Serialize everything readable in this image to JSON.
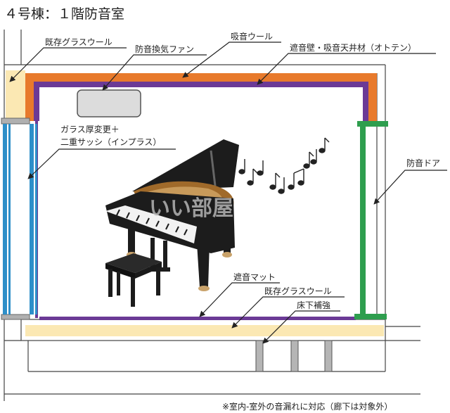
{
  "title": "４号棟：１階防音室",
  "labels": {
    "existing_glass_wool_top": "既存グラスウール",
    "sound_absorbing_wool": "吸音ウール",
    "ventilation_fan": "防音換気ファン",
    "ceiling_material": "遮音壁・吸音天井材（オトテン）",
    "glass_change_line1": "ガラス厚変更＋",
    "glass_change_line2": "二重サッシ（インプラス）",
    "soundproof_door": "防音ドア",
    "sound_mat": "遮音マット",
    "existing_glass_wool_floor": "既存グラスウール",
    "floor_reinforcement": "床下補強"
  },
  "footnote": "※室内-室外の音漏れに対応（廊下は対象外）",
  "watermark": "いい部屋",
  "colors": {
    "orange_layer": "#e87a2c",
    "purple_layer": "#6b3a96",
    "yellow_insulation": "#fbe8b3",
    "window_blue": "#2e8fc9",
    "door_green": "#2e9e4e",
    "grey_fan": "#dcdcdc",
    "piano_black": "#1c1c1c"
  },
  "icons": [
    "grand-piano-icon",
    "piano-bench-icon",
    "music-notes-icon"
  ]
}
